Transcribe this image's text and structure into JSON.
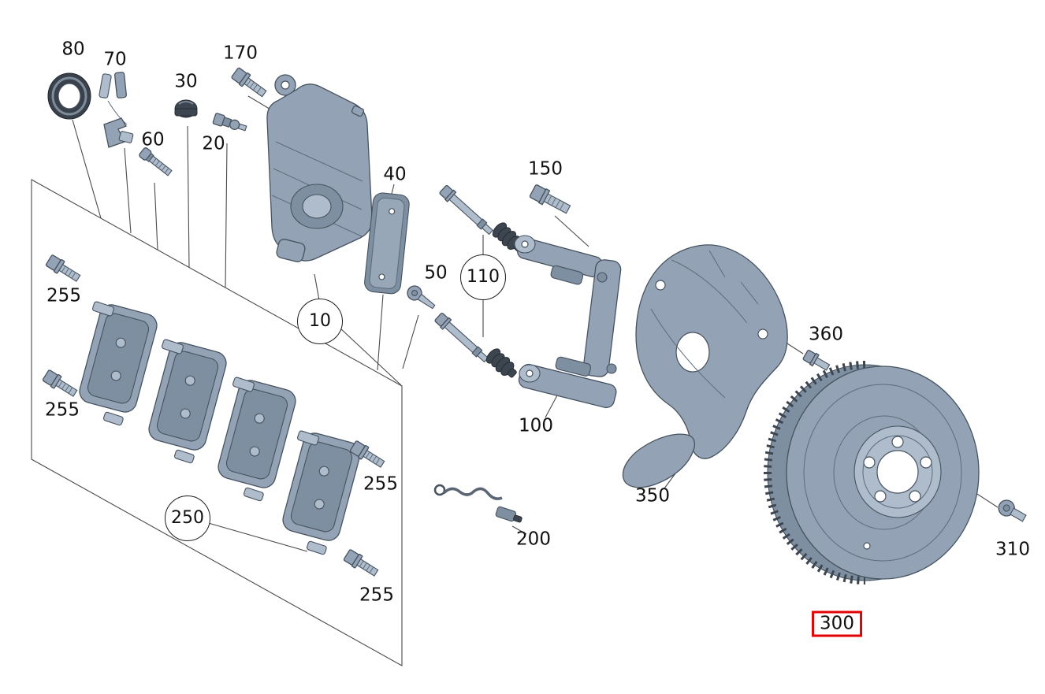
{
  "diagram": {
    "type": "exploded-parts-diagram",
    "highlighted_part": "300",
    "circled_labels": [
      "10",
      "110",
      "250"
    ]
  },
  "labels": {
    "p80": "80",
    "p70": "70",
    "p170": "170",
    "p30": "30",
    "p60": "60",
    "p20": "20",
    "p40": "40",
    "p10": "10",
    "p50": "50",
    "p110": "110",
    "p150": "150",
    "p100": "100",
    "p255_1": "255",
    "p255_2": "255",
    "p255_3": "255",
    "p255_4": "255",
    "p250": "250",
    "p200": "200",
    "p350": "350",
    "p360": "360",
    "p310": "310",
    "p300": "300"
  },
  "colors": {
    "part_fill": "#93a3b5",
    "part_light": "#aebccb",
    "part_dark": "#3d4650",
    "outline": "#46525f",
    "leader_line": "#4a4a4a",
    "highlight_box": "#e60000",
    "background": "#ffffff",
    "label_text": "#111111"
  }
}
